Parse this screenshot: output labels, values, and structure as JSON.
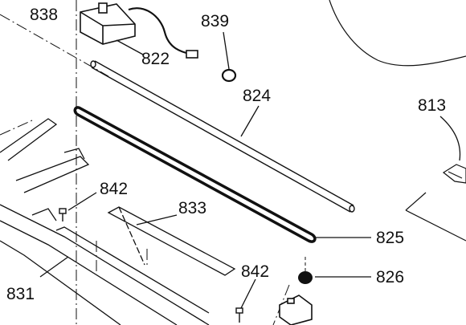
{
  "diagram": {
    "labels": {
      "p838": "838",
      "p839": "839",
      "p822": "822",
      "p824": "824",
      "p813": "813",
      "p842a": "842",
      "p833": "833",
      "p825": "825",
      "p826": "826",
      "p842b": "842",
      "p831": "831"
    }
  },
  "colors": {
    "ink": "#111111",
    "background": "#ffffff"
  }
}
